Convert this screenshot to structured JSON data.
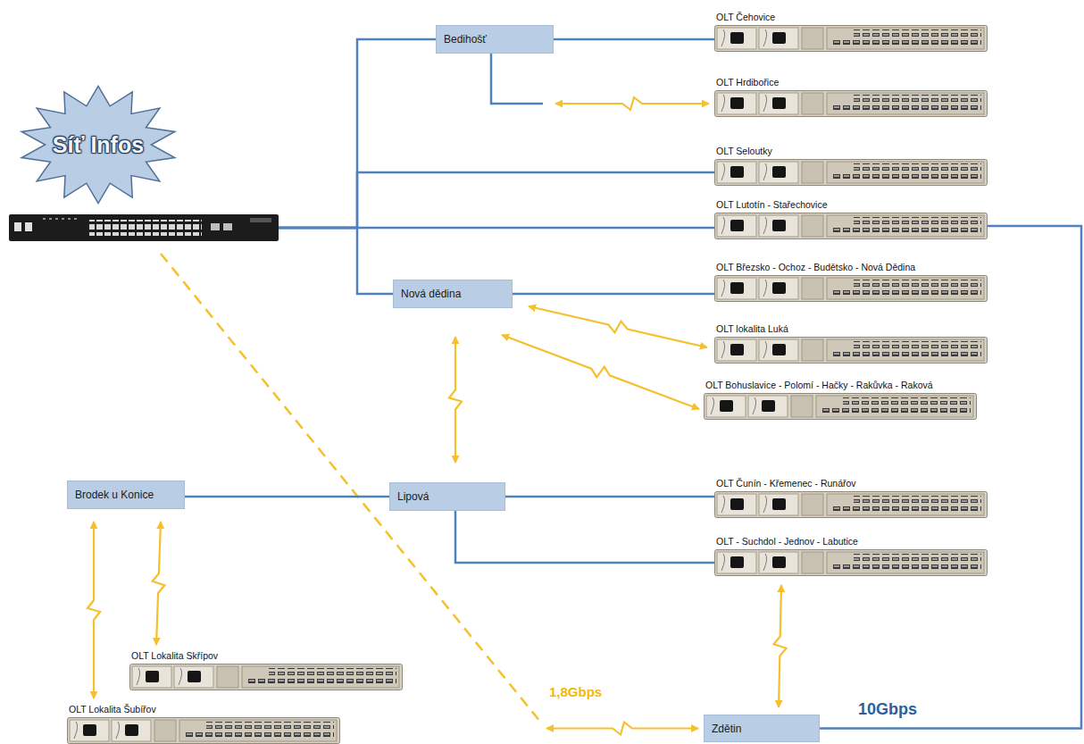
{
  "diagram": {
    "nodes": [
      {
        "text": [
          "Síť Infos"
        ]
      },
      {
        "text": [
          "Bedihošť"
        ]
      },
      {
        "text": [
          "OLT Čehovice"
        ]
      },
      {
        "text": [
          "OLT Hrdibořice"
        ]
      },
      {
        "text": [
          "OLT Seloutky"
        ]
      },
      {
        "text": [
          "OLT Lutotín - Stařechovice"
        ]
      },
      {
        "text": [
          "Nová dědina"
        ]
      },
      {
        "text": [
          "OLT Březsko - Ochoz - Budětsko - Nová Dědina"
        ]
      },
      {
        "text": [
          "OLT lokalita Luká"
        ]
      },
      {
        "text": [
          "OLT Bohuslavice - Polomí - Hačky - Rakůvka - Raková"
        ]
      },
      {
        "text": [
          "Brodek u Konice"
        ]
      },
      {
        "text": [
          "Lipová"
        ]
      },
      {
        "text": [
          "OLT Čunín - Křemenec - Runářov"
        ]
      },
      {
        "text": [
          "OLT - Suchdol - Jednov - Labutice"
        ]
      },
      {
        "text": [
          "OLT Lokalita Skřípov"
        ]
      },
      {
        "text": [
          "OLT Lokalita Šubířov"
        ]
      },
      {
        "text": [
          "Zdětin"
        ]
      }
    ],
    "edges": [
      {
        "from": 0,
        "to": 1,
        "arrow": "none"
      },
      {
        "from": 0,
        "to": 4,
        "arrow": "none"
      },
      {
        "from": 0,
        "to": 5,
        "arrow": "none"
      },
      {
        "from": 0,
        "to": 6,
        "arrow": "none"
      },
      {
        "from": 0,
        "to": 16,
        "label": "1,8Gbps",
        "arrow": "both"
      },
      {
        "from": 1,
        "to": 2,
        "arrow": "none"
      },
      {
        "from": 1,
        "to": 3,
        "arrow": "both"
      },
      {
        "from": 6,
        "to": 7,
        "arrow": "none"
      },
      {
        "from": 6,
        "to": 8,
        "arrow": "both"
      },
      {
        "from": 6,
        "to": 9,
        "arrow": "both"
      },
      {
        "from": 6,
        "to": 11,
        "arrow": "both"
      },
      {
        "from": 11,
        "to": 10,
        "arrow": "none"
      },
      {
        "from": 11,
        "to": 12,
        "arrow": "none"
      },
      {
        "from": 11,
        "to": 13,
        "arrow": "none"
      },
      {
        "from": 10,
        "to": 14,
        "arrow": "both"
      },
      {
        "from": 10,
        "to": 15,
        "arrow": "both"
      },
      {
        "from": 13,
        "to": 16,
        "arrow": "both"
      },
      {
        "from": 5,
        "to": 16,
        "label": "10Gbps",
        "arrow": "none"
      }
    ]
  }
}
